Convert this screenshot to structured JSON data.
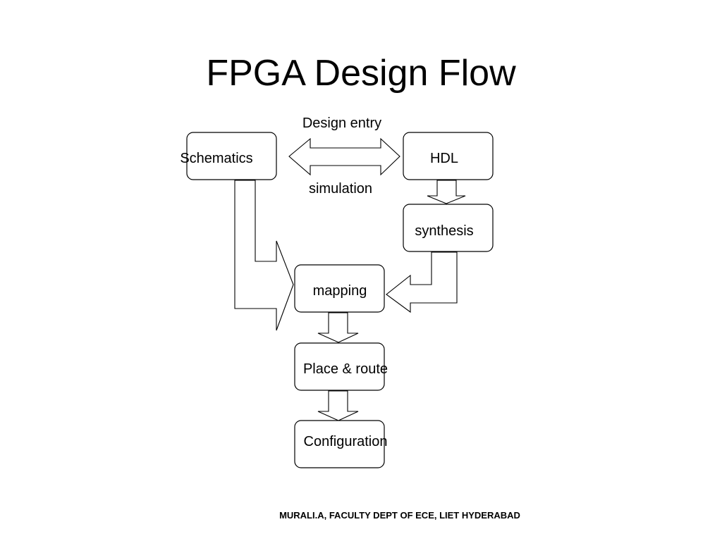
{
  "slide": {
    "title": "FPGA Design Flow",
    "footer": "MURALI.A, FACULTY DEPT OF ECE, LIET HYDERABAD"
  },
  "diagram": {
    "nodes": {
      "schematics": "Schematics",
      "hdl": "HDL",
      "synthesis": "synthesis",
      "mapping": "mapping",
      "place_route": "Place & route",
      "configuration": "Configuration"
    },
    "edge_labels": {
      "design_entry": "Design entry",
      "simulation": "simulation"
    }
  }
}
